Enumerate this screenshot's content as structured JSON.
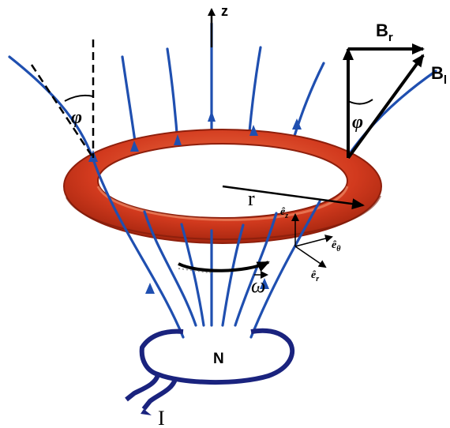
{
  "labels": {
    "z": "z",
    "Br_main": "B",
    "Br_sub": "r",
    "Bl_main": "B",
    "Bl_sub": "l",
    "phi_left": "φ",
    "phi_right": "φ",
    "radius": "r",
    "ez": "ê",
    "ez_sub": "z",
    "etheta": "ê",
    "etheta_sub": "θ",
    "er": "ê",
    "er_sub": "r",
    "omega": "ω",
    "magnet": "N",
    "current": "I"
  },
  "colors": {
    "ring": "#d23a1e",
    "ring_dark": "#9e2410",
    "ring_light": "#f08a5c",
    "field_lines": "#1f4fb0",
    "coil": "#1a237e",
    "vectors": "#000000"
  }
}
